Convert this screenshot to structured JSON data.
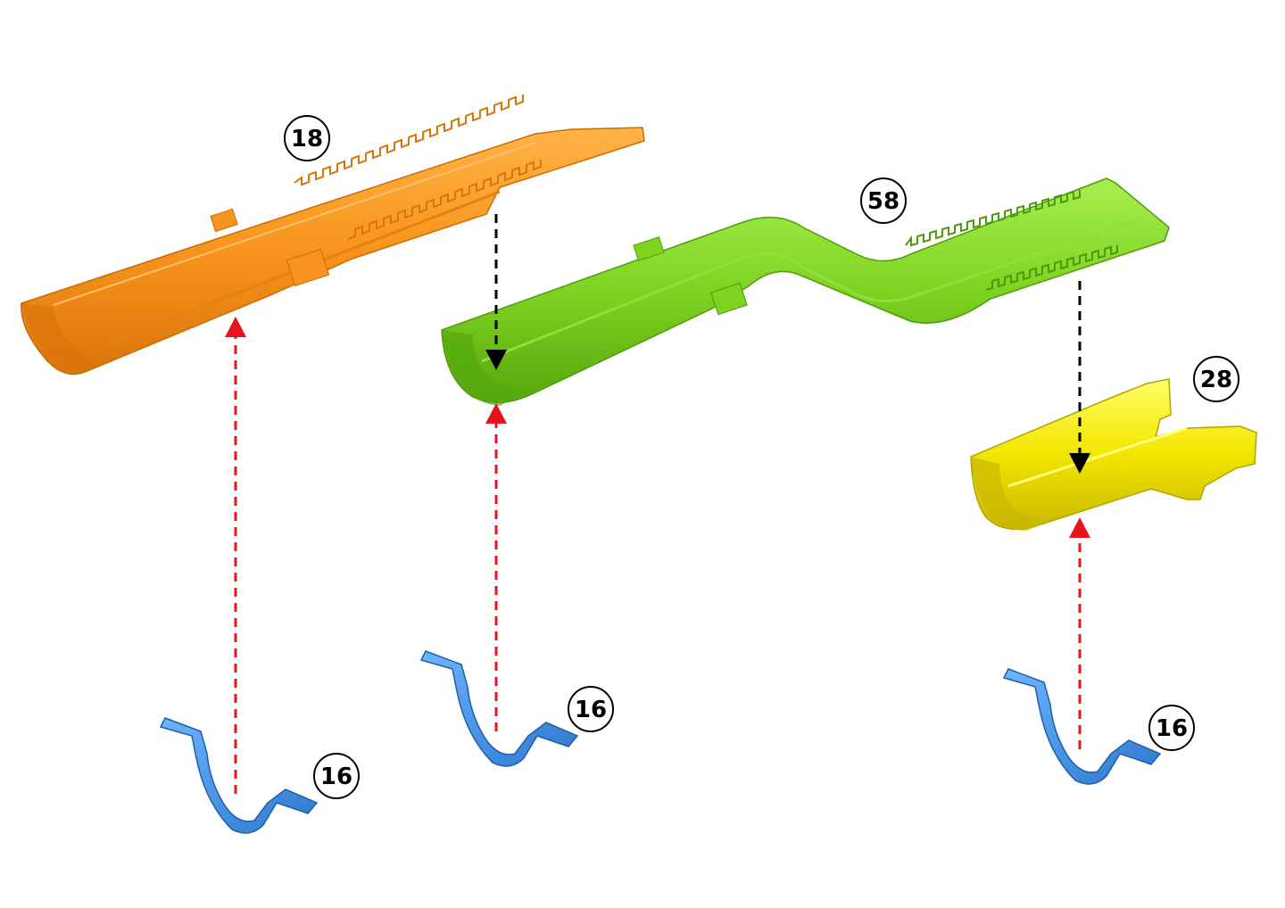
{
  "parts": [
    {
      "id": "channel-orange",
      "label": "18",
      "color": "#f7941d"
    },
    {
      "id": "channel-green",
      "label": "58",
      "color": "#7ed321"
    },
    {
      "id": "channel-yellow",
      "label": "28",
      "color": "#f2e600"
    },
    {
      "id": "clip-1",
      "label": "16",
      "color": "#3d8fe0"
    },
    {
      "id": "clip-2",
      "label": "16",
      "color": "#3d8fe0"
    },
    {
      "id": "clip-3",
      "label": "16",
      "color": "#3d8fe0"
    }
  ],
  "colors": {
    "up_arrow": "#e8141c",
    "down_arrow": "#000000"
  }
}
